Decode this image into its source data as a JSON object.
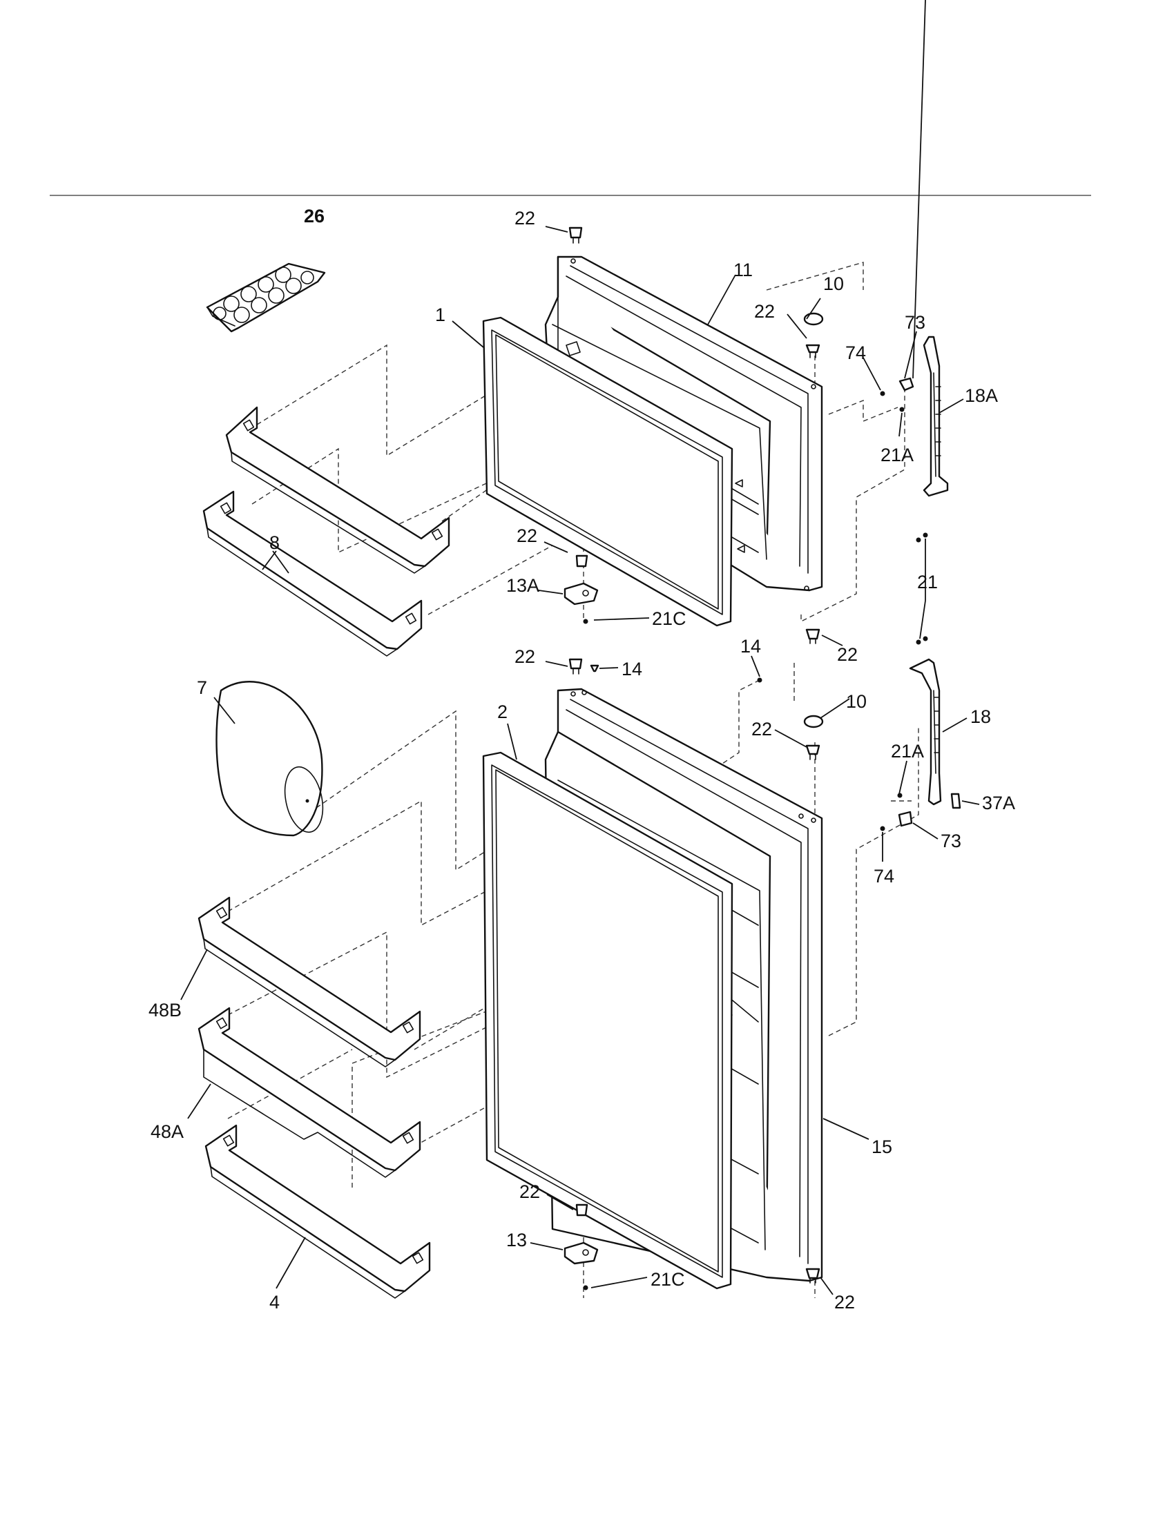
{
  "callouts": {
    "c26": "26",
    "c22a": "22",
    "c11": "11",
    "c10a": "10",
    "c22b": "22",
    "c1": "1",
    "c73a": "73",
    "c74a": "74",
    "c18A": "18A",
    "c21Aa": "21A",
    "c8": "8",
    "c22c": "22",
    "c13A": "13A",
    "c21Ca": "21C",
    "c21": "21",
    "c22d": "22",
    "c14a": "14",
    "c22e": "22",
    "c14b": "14",
    "c7": "7",
    "c2": "2",
    "c10b": "10",
    "c22f": "22",
    "c18": "18",
    "c21Ab": "21A",
    "c37A": "37A",
    "c73b": "73",
    "c74b": "74",
    "c48B": "48B",
    "c48A": "48A",
    "c15": "15",
    "c22g": "22",
    "c13": "13",
    "c21Cb": "21C",
    "c22h": "22",
    "c4": "4"
  },
  "icons": [
    "egg-tray",
    "door-bin",
    "door-gasket",
    "freezer-door",
    "refrigerator-door",
    "door-handle",
    "dairy-cover",
    "hinge",
    "screw",
    "plug-button"
  ]
}
